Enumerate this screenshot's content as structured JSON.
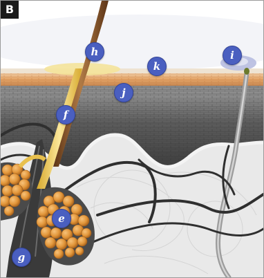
{
  "panel_label": "B",
  "markers": {
    "h": "h",
    "k": "k",
    "i": "i",
    "j": "j",
    "f": "f",
    "e": "e",
    "g": "g"
  },
  "colors": {
    "marker_fill": "#4a5fc0",
    "hair_shaft": "#8b5a2b",
    "sebaceous_gland": "#e2963a",
    "sebum_yellow": "#f2d15a",
    "stratum_orange": "#e8a86a",
    "epidermis_dark": "#5a5a5a",
    "dermis_light": "#e9e9e9"
  }
}
